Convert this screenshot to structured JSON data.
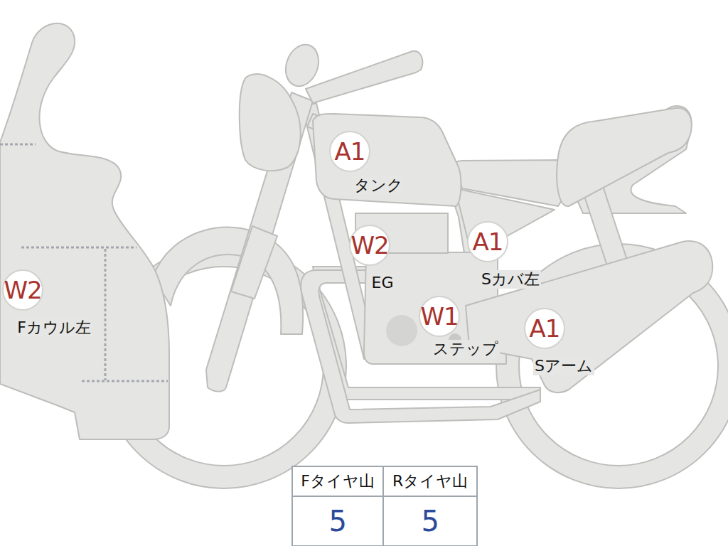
{
  "diagram": {
    "nodes": [
      {
        "text": [
          "A1",
          "タンク"
        ]
      },
      {
        "text": [
          "W2",
          "EG"
        ]
      },
      {
        "text": [
          "A1",
          "Sカバ左"
        ]
      },
      {
        "text": [
          "W2",
          "Fカウル左"
        ]
      },
      {
        "text": [
          "W1",
          "ステップ"
        ]
      },
      {
        "text": [
          "A1",
          "Sアーム"
        ]
      }
    ],
    "labels": [
      "Fタイヤ山",
      "Rタイヤ山",
      "5",
      "5"
    ]
  }
}
